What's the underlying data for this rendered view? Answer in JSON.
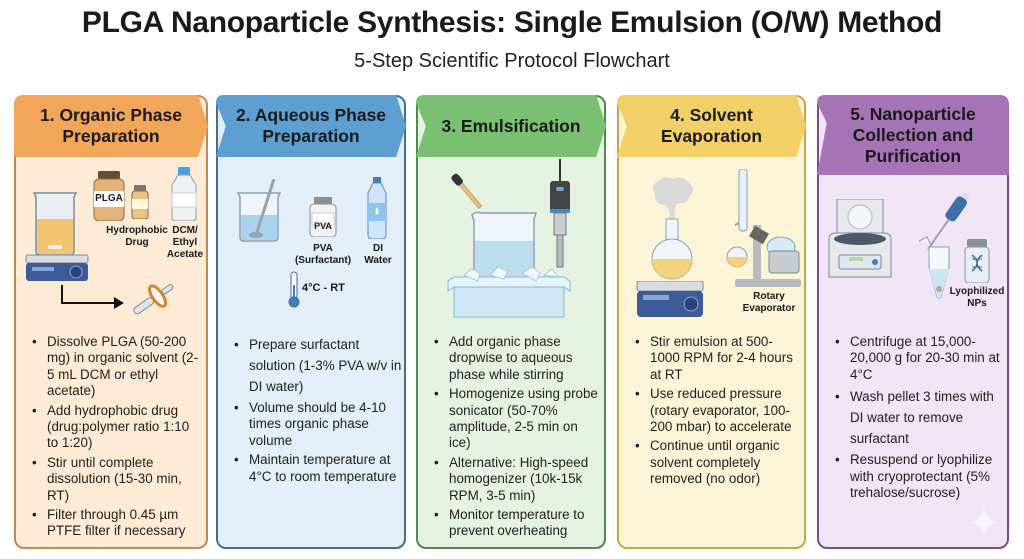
{
  "header": {
    "title": "PLGA Nanoparticle Synthesis: Single Emulsion (O/W) Method",
    "subtitle": "5-Step Scientific Protocol Flowchart"
  },
  "colors": {
    "step1": {
      "header": "#f2a65a",
      "body": "#fdebd6",
      "border": "#c8864a"
    },
    "step2": {
      "header": "#5d9fd1",
      "body": "#e3eef9",
      "border": "#3f6f95"
    },
    "step3": {
      "header": "#7bbf72",
      "body": "#e6f2e1",
      "border": "#4f8a48"
    },
    "step4": {
      "header": "#f3d067",
      "body": "#fcf4d6",
      "border": "#c9a64a"
    },
    "step5": {
      "header": "#a674b6",
      "body": "#efe5f4",
      "border": "#7a4a8c"
    }
  },
  "steps": [
    {
      "number": 1,
      "title": "1. Organic Phase Preparation",
      "title_lines": [
        "1. Organic Phase",
        "Preparation"
      ],
      "icons": [
        "beaker-on-stirrer-icon",
        "plga-jar-icon",
        "drug-vial-icon",
        "solvent-bottle-icon",
        "arrow-icon",
        "syringe-filter-icon"
      ],
      "labels": {
        "jar": "PLGA",
        "drug": "Hydrophobic Drug",
        "drug_lines": [
          "Hydrophobic",
          "Drug"
        ],
        "solvent_lines": [
          "DCM/",
          "Ethyl",
          "Acetate"
        ]
      },
      "bullets": [
        "Dissolve PLGA (50-200 mg) in organic solvent (2-5 mL DCM or ethyl acetate)",
        "Add hydrophobic drug (drug:polymer ratio 1:10 to 1:20)",
        "Stir until complete dissolution (15-30 min, RT)",
        "Filter through 0.45 µm PTFE filter if necessary"
      ]
    },
    {
      "number": 2,
      "title": "2. Aqueous Phase Preparation",
      "title_lines": [
        "2. Aqueous Phase",
        "Preparation"
      ],
      "icons": [
        "beaker-with-stirrer-icon",
        "pva-jar-icon",
        "water-bottle-icon",
        "thermometer-icon"
      ],
      "labels": {
        "jar": "PVA",
        "pva_lines": [
          "PVA",
          "(Surfactant)"
        ],
        "water_lines": [
          "DI",
          "Water"
        ],
        "temperature": "4°C - RT"
      },
      "bullets": [
        "Prepare surfactant solution (1-3% PVA w/v in DI water)",
        "Volume should be 4-10 times organic phase volume",
        "Maintain temperature at 4°C to room temperature"
      ]
    },
    {
      "number": 3,
      "title": "3. Emulsification",
      "title_lines": [
        "3. Emulsification"
      ],
      "icons": [
        "dropper-icon",
        "probe-sonicator-icon",
        "beaker-in-ice-bath-icon"
      ],
      "bullets": [
        "Add organic phase dropwise to aqueous phase while stirring",
        "Homogenize using probe sonicator (50-70% amplitude, 2-5 min on ice)",
        "Alternative: High-speed homogenizer (10k-15k RPM, 3-5 min)",
        "Monitor temperature to prevent overheating"
      ]
    },
    {
      "number": 4,
      "title": "4. Solvent Evaporation",
      "title_lines": [
        "4. Solvent",
        "Evaporation"
      ],
      "icons": [
        "flask-with-vapor-icon",
        "hotplate-stirrer-icon",
        "rotary-evaporator-icon"
      ],
      "labels": {
        "rotavap_lines": [
          "Rotary",
          "Evaporator"
        ]
      },
      "bullets": [
        "Stir emulsion at 500-1000 RPM for 2-4 hours at RT",
        "Use reduced pressure (rotary evaporator, 100-200 mbar) to accelerate",
        "Continue until organic solvent completely removed (no odor)"
      ]
    },
    {
      "number": 5,
      "title": "5. Nanoparticle Collection and Purification",
      "title_lines": [
        "5. Nanoparticle",
        "Collection and",
        "Purification"
      ],
      "icons": [
        "centrifuge-icon",
        "pipette-icon",
        "microtube-icon",
        "lyophilized-vial-icon"
      ],
      "labels": {
        "vial_lines": [
          "Lyophilized",
          "NPs"
        ]
      },
      "bullets": [
        "Centrifuge at 15,000-20,000 g for 20-30 min at 4°C",
        "Wash pellet 3 times with DI water to remove surfactant",
        "Resuspend or lyophilize with cryoprotectant (5% trehalose/sucrose)"
      ]
    }
  ]
}
